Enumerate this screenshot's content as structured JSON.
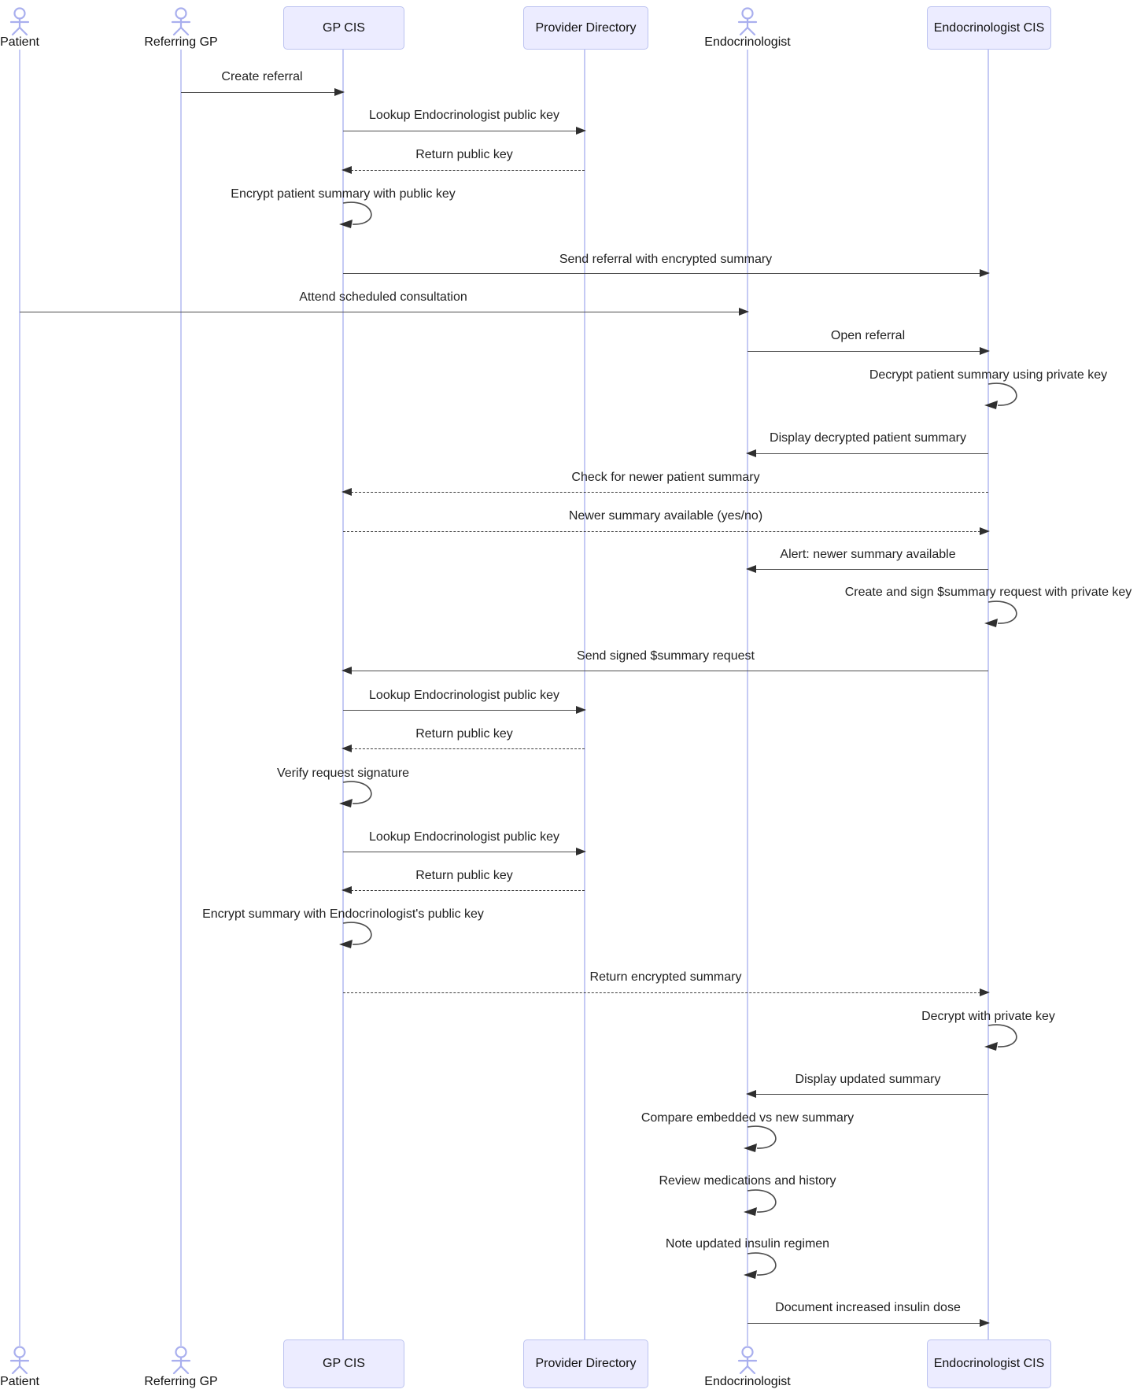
{
  "diagram": {
    "type": "sequence-diagram",
    "colors": {
      "participant_fill": "#ececff",
      "participant_border": "#bcc3f0",
      "lifeline": "#c5caf4",
      "actor_icon_stroke": "#a9afee",
      "message_line": "#4d4d4d",
      "arrowhead": "#2f2f2f",
      "text": "#1a1a1a",
      "background": "#ffffff"
    },
    "participants": [
      {
        "id": "patient",
        "type": "actor",
        "label": "Patient"
      },
      {
        "id": "referring-gp",
        "type": "actor",
        "label": "Referring GP"
      },
      {
        "id": "gp-cis",
        "type": "system",
        "label": "GP CIS"
      },
      {
        "id": "provider-directory",
        "type": "system",
        "label": "Provider Directory"
      },
      {
        "id": "endocrinologist",
        "type": "actor",
        "label": "Endocrinologist"
      },
      {
        "id": "endocrinologist-cis",
        "type": "system",
        "label": "Endocrinologist CIS"
      }
    ],
    "messages": [
      {
        "from": "referring-gp",
        "to": "gp-cis",
        "kind": "solid",
        "text": "Create referral"
      },
      {
        "from": "gp-cis",
        "to": "provider-directory",
        "kind": "solid",
        "text": "Lookup Endocrinologist public key"
      },
      {
        "from": "provider-directory",
        "to": "gp-cis",
        "kind": "dashed",
        "text": "Return public key"
      },
      {
        "from": "gp-cis",
        "to": "gp-cis",
        "kind": "self",
        "text": "Encrypt patient summary with public key"
      },
      {
        "from": "gp-cis",
        "to": "endocrinologist-cis",
        "kind": "solid",
        "text": "Send referral with encrypted summary"
      },
      {
        "from": "patient",
        "to": "endocrinologist",
        "kind": "solid",
        "text": "Attend scheduled consultation"
      },
      {
        "from": "endocrinologist",
        "to": "endocrinologist-cis",
        "kind": "solid",
        "text": "Open referral"
      },
      {
        "from": "endocrinologist-cis",
        "to": "endocrinologist-cis",
        "kind": "self",
        "text": "Decrypt patient summary using private key"
      },
      {
        "from": "endocrinologist-cis",
        "to": "endocrinologist",
        "kind": "solid",
        "text": "Display decrypted patient summary"
      },
      {
        "from": "endocrinologist-cis",
        "to": "gp-cis",
        "kind": "dashed",
        "text": "Check for newer patient summary"
      },
      {
        "from": "gp-cis",
        "to": "endocrinologist-cis",
        "kind": "dashed",
        "text": "Newer summary available (yes/no)"
      },
      {
        "from": "endocrinologist-cis",
        "to": "endocrinologist",
        "kind": "solid",
        "text": "Alert: newer summary available"
      },
      {
        "from": "endocrinologist-cis",
        "to": "endocrinologist-cis",
        "kind": "self",
        "text": "Create and sign $summary request with private key"
      },
      {
        "from": "endocrinologist-cis",
        "to": "gp-cis",
        "kind": "solid",
        "text": "Send signed $summary request"
      },
      {
        "from": "gp-cis",
        "to": "provider-directory",
        "kind": "solid",
        "text": "Lookup Endocrinologist public key"
      },
      {
        "from": "provider-directory",
        "to": "gp-cis",
        "kind": "dashed",
        "text": "Return public key"
      },
      {
        "from": "gp-cis",
        "to": "gp-cis",
        "kind": "self",
        "text": "Verify request signature"
      },
      {
        "from": "gp-cis",
        "to": "provider-directory",
        "kind": "solid",
        "text": "Lookup Endocrinologist public key"
      },
      {
        "from": "provider-directory",
        "to": "gp-cis",
        "kind": "dashed",
        "text": "Return public key"
      },
      {
        "from": "gp-cis",
        "to": "gp-cis",
        "kind": "self",
        "text": "Encrypt summary with Endocrinologist's public key"
      },
      {
        "from": "gp-cis",
        "to": "endocrinologist-cis",
        "kind": "dashed",
        "text": "Return encrypted summary"
      },
      {
        "from": "endocrinologist-cis",
        "to": "endocrinologist-cis",
        "kind": "self",
        "text": "Decrypt with private key"
      },
      {
        "from": "endocrinologist-cis",
        "to": "endocrinologist",
        "kind": "solid",
        "text": "Display updated summary"
      },
      {
        "from": "endocrinologist",
        "to": "endocrinologist",
        "kind": "self",
        "text": "Compare embedded vs new summary"
      },
      {
        "from": "endocrinologist",
        "to": "endocrinologist",
        "kind": "self",
        "text": "Review medications and history"
      },
      {
        "from": "endocrinologist",
        "to": "endocrinologist",
        "kind": "self",
        "text": "Note updated insulin regimen"
      },
      {
        "from": "endocrinologist",
        "to": "endocrinologist-cis",
        "kind": "solid",
        "text": "Document increased insulin dose"
      }
    ]
  }
}
